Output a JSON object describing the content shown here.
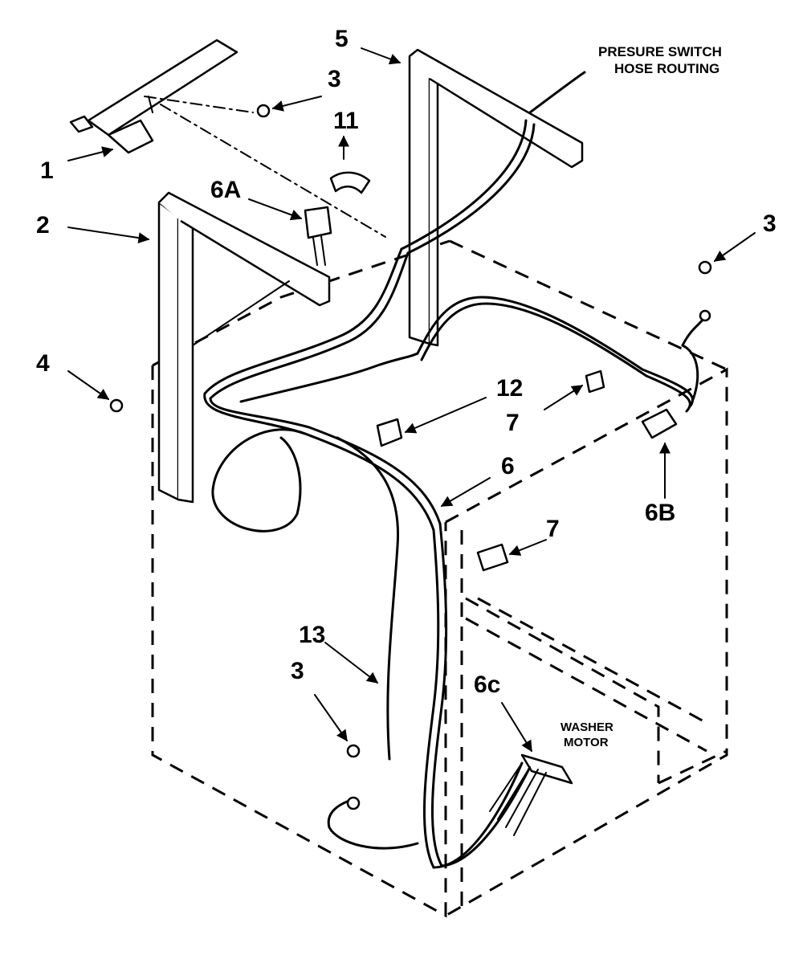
{
  "callouts": {
    "c1": "1",
    "c2": "2",
    "c3_top": "3",
    "c3_right": "3",
    "c3_bottom": "3",
    "c4": "4",
    "c5": "5",
    "c6": "6",
    "c6a": "6A",
    "c6b": "6B",
    "c6c": "6c",
    "c7_upper": "7",
    "c7_lower": "7",
    "c11": "11",
    "c12": "12",
    "c13": "13"
  },
  "notes": {
    "pressure_line1": "PRESURE SWITCH",
    "pressure_line2": "HOSE ROUTING",
    "motor_line1": "WASHER",
    "motor_line2": "MOTOR"
  }
}
